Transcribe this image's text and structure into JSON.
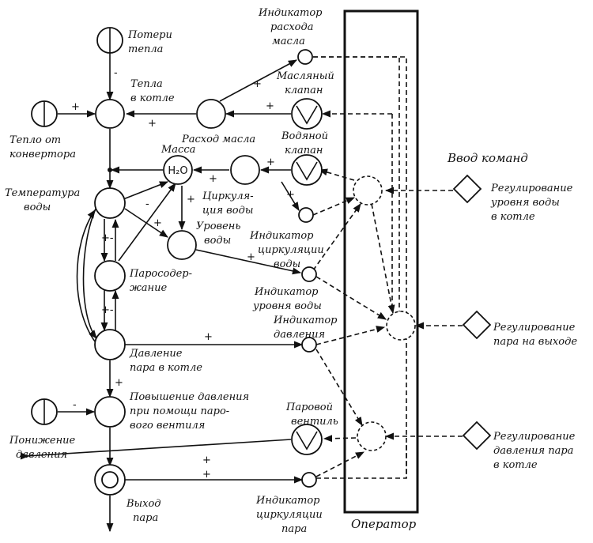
{
  "labels": {
    "heat_loss": [
      "Потери",
      "тепла"
    ],
    "heat_in_boiler": [
      "Тепла",
      "в котле"
    ],
    "heat_from_converter": [
      "Тепло от",
      "конвертора"
    ],
    "oil_flow": "Расход масла",
    "oil_flow_indicator": [
      "Индикатор",
      "расхода",
      "масла"
    ],
    "oil_valve": [
      "Масляный",
      "клапан"
    ],
    "water_valve": [
      "Водяной",
      "клапан"
    ],
    "mass": "Масса",
    "h2o": "H₂O",
    "water_temperature": [
      "Температура",
      "воды"
    ],
    "water_circulation": [
      "Циркуля-",
      "ция воды"
    ],
    "water_level": [
      "Уровень",
      "воды"
    ],
    "water_circulation_indicator": [
      "Индикатор",
      "циркуляции",
      "воды"
    ],
    "steam_content": [
      "Паросодер-",
      "жание"
    ],
    "water_level_indicator": [
      "Индикатор",
      "уровня воды"
    ],
    "pressure_indicator": [
      "Индикатор",
      "давления"
    ],
    "steam_pressure": [
      "Давление",
      "пара в котле"
    ],
    "pressure_increase": [
      "Повышение давления",
      "при помощи паро-",
      "вого вентиля"
    ],
    "pressure_decrease": [
      "Понижение",
      "давления"
    ],
    "steam_valve": [
      "Паровой",
      "вентиль"
    ],
    "steam_output": [
      "Выход",
      "пара"
    ],
    "steam_circulation_indicator": [
      "Индикатор",
      "циркуляции",
      "пара"
    ],
    "command_input": "Ввод команд",
    "control_water_level": [
      "Регулирование",
      "уровня воды",
      "в котле"
    ],
    "control_output_steam": [
      "Регулирование",
      "пара на выходе"
    ],
    "control_steam_pressure": [
      "Регулирование",
      "давления пара",
      "в котле"
    ],
    "operator": "Оператор"
  },
  "signs": {
    "plus": "+",
    "minus": "-",
    "plus_minus": "+-"
  }
}
